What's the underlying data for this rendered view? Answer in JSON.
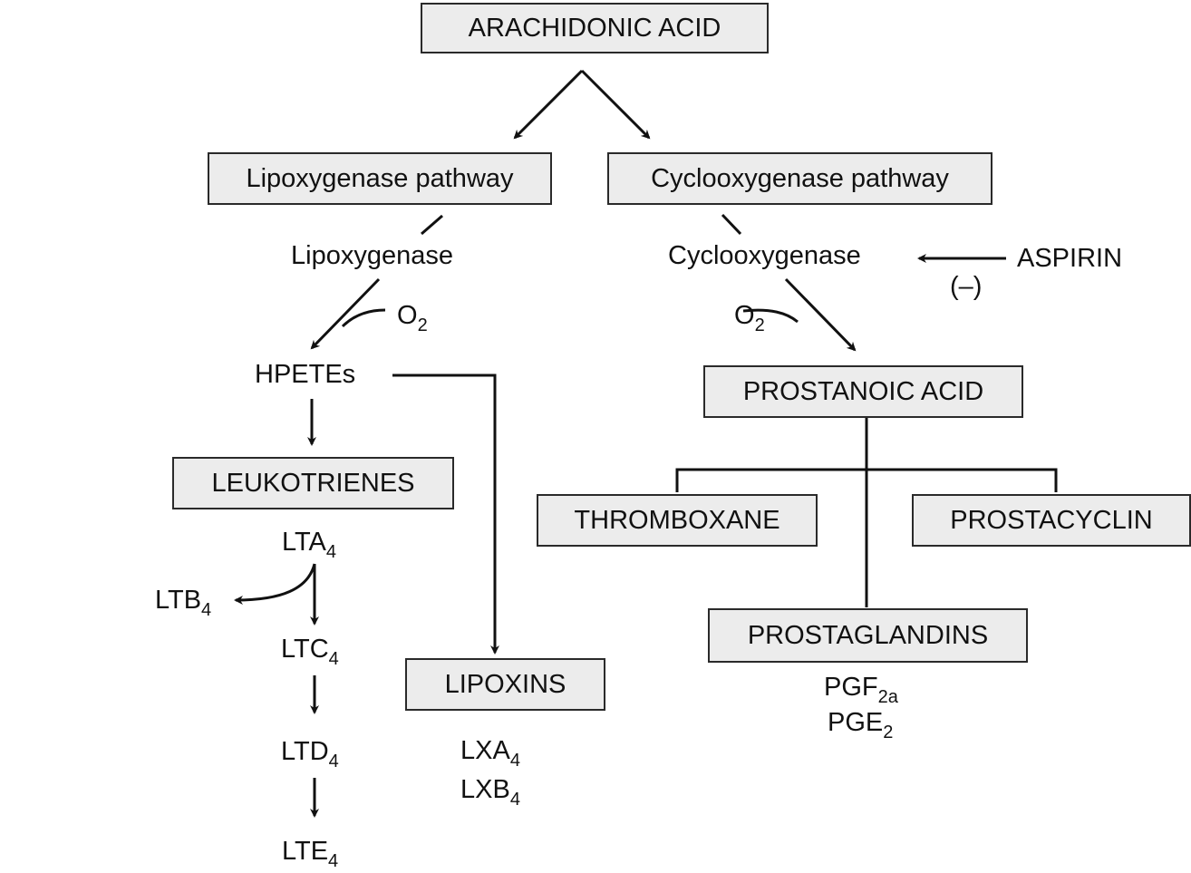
{
  "diagram": {
    "title": "Arachidonic acid metabolism",
    "nodes": {
      "arachidonic_acid": "ARACHIDONIC ACID",
      "lipoxygenase_pathway": "Lipoxygenase pathway",
      "cyclooxygenase_pathway": "Cyclooxygenase pathway",
      "lipoxygenase": "Lipoxygenase",
      "cyclooxygenase": "Cyclooxygenase",
      "aspirin": "ASPIRIN",
      "inhibition": "(–)",
      "o2_left": {
        "base": "O",
        "sub": "2"
      },
      "o2_right": {
        "base": "O",
        "sub": "2"
      },
      "hpetes": "HPETEs",
      "leukotrienes": "LEUKOTRIENES",
      "lipoxins": "LIPOXINS",
      "prostanoic_acid": "PROSTANOIC ACID",
      "thromboxane": "THROMBOXANE",
      "prostacyclin": "PROSTACYCLIN",
      "prostaglandins": "PROSTAGLANDINS"
    },
    "leukotriene_series": [
      {
        "base": "LTA",
        "sub": "4"
      },
      {
        "base": "LTB",
        "sub": "4"
      },
      {
        "base": "LTC",
        "sub": "4"
      },
      {
        "base": "LTD",
        "sub": "4"
      },
      {
        "base": "LTE",
        "sub": "4"
      }
    ],
    "lipoxin_series": [
      {
        "base": "LXA",
        "sub": "4"
      },
      {
        "base": "LXB",
        "sub": "4"
      }
    ],
    "prostaglandin_series": [
      {
        "base": "PGF",
        "sub": "2a"
      },
      {
        "base": "PGE",
        "sub": "2"
      }
    ]
  }
}
